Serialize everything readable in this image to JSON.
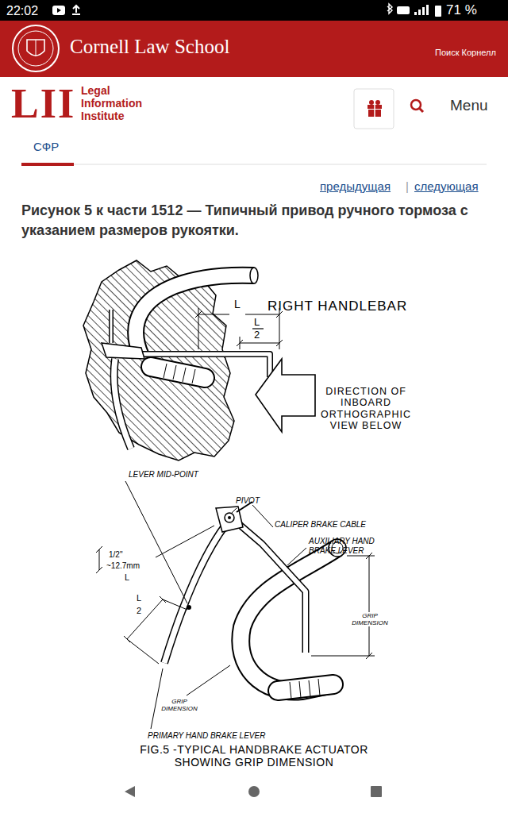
{
  "diagram": {
    "title": "Рисунок 5 к части 1512 — Типичный привод ручного тормоза с указанием размеров рукоятки.",
    "caption": "FIG.5 -TYPICAL HANDBRAKE ACTUATOR SHOWING GRIP DIMENSION",
    "labels": [
      "22:02",
      "71 %",
      "Cornell Law School",
      "Поиск Корнелл",
      "LII",
      "Legal Information Institute",
      "Menu",
      "СФР",
      "предыдущая",
      "|",
      "следующая",
      "L",
      "L",
      "2",
      "RIGHT HANDLEBAR",
      "DIRECTION OF INBOARD ORTHOGRAPHIC VIEW BELOW",
      "LEVER MID-POINT",
      "PIVOT",
      "CALIPER BRAKE CABLE",
      "AUXILIARY HAND BRAKE LEVER",
      "1/2\"",
      "~12.7mm",
      "L",
      "L",
      "2",
      "GRIP DIMENSION",
      "GRIP DIMENSION",
      "PRIMARY HAND BRAKE LEVER"
    ]
  }
}
